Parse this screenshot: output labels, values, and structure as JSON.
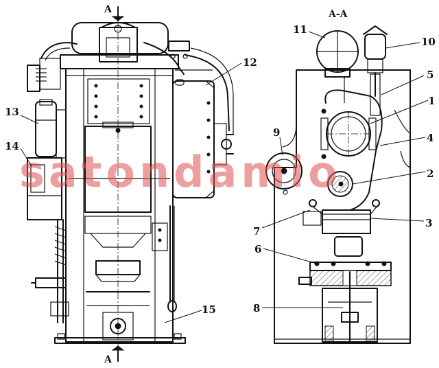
{
  "section_labels": {
    "top": "A",
    "bottom": "A",
    "view": "A-A"
  },
  "callouts": [
    "1",
    "2",
    "3",
    "4",
    "5",
    "6",
    "7",
    "8",
    "9",
    "10",
    "11",
    "12",
    "13",
    "14",
    "15"
  ],
  "watermark": "satondamio",
  "colors": {
    "ink": "#111111",
    "watermark": "#e05050",
    "background": "#ffffff"
  }
}
